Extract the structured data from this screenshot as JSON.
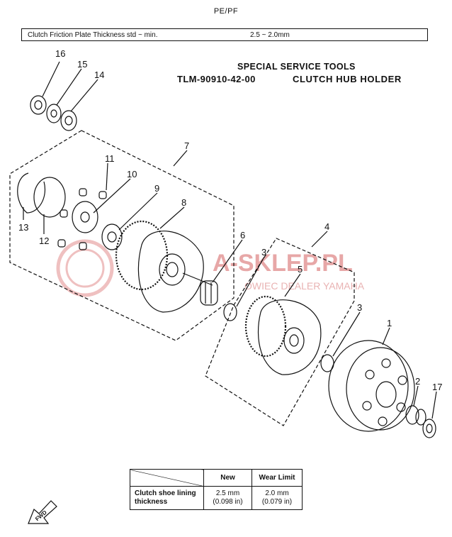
{
  "header": {
    "model": "PE/PF"
  },
  "spec_bar": {
    "label": "Clutch Friction Plate Thickness std ~ min.",
    "value": "2.5 ~ 2.0mm"
  },
  "service_tools": {
    "heading": "SPECIAL SERVICE TOOLS",
    "part_number": "TLM-90910-42-00",
    "name": "CLUTCH HUB HOLDER"
  },
  "callouts": [
    "16",
    "15",
    "14",
    "7",
    "11",
    "10",
    "9",
    "8",
    "6",
    "3",
    "4",
    "5",
    "3",
    "1",
    "2",
    "17",
    "13",
    "12"
  ],
  "watermark": {
    "text": "A-SKLEP.PL",
    "subtext": "OWIEC DEALER YAMAHA"
  },
  "table": {
    "headers": [
      "",
      "New",
      "Wear Limit"
    ],
    "row_label_line1": "Clutch shoe lining",
    "row_label_line2": "thickness",
    "new_mm": "2.5 mm",
    "new_in": "(0.098 in)",
    "wear_mm": "2.0 mm",
    "wear_in": "(0.079 in)"
  },
  "fwd_label": "FWD",
  "colors": {
    "ink": "#111111",
    "watermark": "#e7a7a7"
  }
}
